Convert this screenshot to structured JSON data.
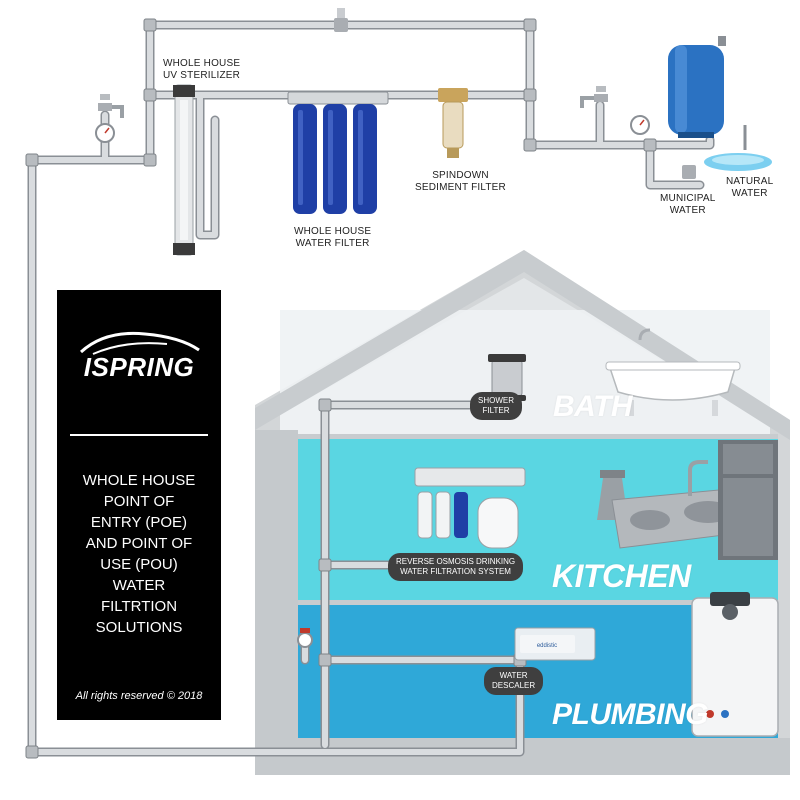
{
  "colors": {
    "pipe": "#c9ccd0",
    "pipe_outline": "#8a8f95",
    "filter_blue": "#1f3fa6",
    "tank_blue": "#2b72c2",
    "house_wall": "#c8cccf",
    "bath_band": "#e9eef0",
    "kitchen_band": "#4fd3e0",
    "plumbing_band": "#2aa6d6",
    "panel_bg": "#000000"
  },
  "labels": {
    "uv_sterilizer": [
      "WHOLE HOUSE",
      "UV STERILIZER"
    ],
    "whole_house_filter": [
      "WHOLE HOUSE",
      "WATER FILTER"
    ],
    "spindown": [
      "SPINDOWN",
      "SEDIMENT FILTER"
    ],
    "municipal": [
      "MUNICIPAL",
      "WATER"
    ],
    "natural": [
      "NATURAL",
      "WATER"
    ]
  },
  "tags": {
    "shower": [
      "SHOWER",
      "FILTER"
    ],
    "ro": [
      "REVERSE OSMOSIS DRINKING",
      "WATER FILTRATION SYSTEM"
    ],
    "descaler": [
      "WATER",
      "DESCALER"
    ]
  },
  "rooms": {
    "bath": "BATH",
    "kitchen": "KITCHEN",
    "plumbing": "PLUMBING"
  },
  "panel": {
    "brand": "ISPRING",
    "lines": [
      "WHOLE HOUSE",
      "POINT OF",
      "ENTRY (POE)",
      "AND POINT OF",
      "USE (POU)",
      "WATER",
      "FILTRTION",
      "SOLUTIONS"
    ],
    "rights": "All rights reserved © 2018"
  },
  "icons": {
    "descaler_brand": "eddistic"
  }
}
